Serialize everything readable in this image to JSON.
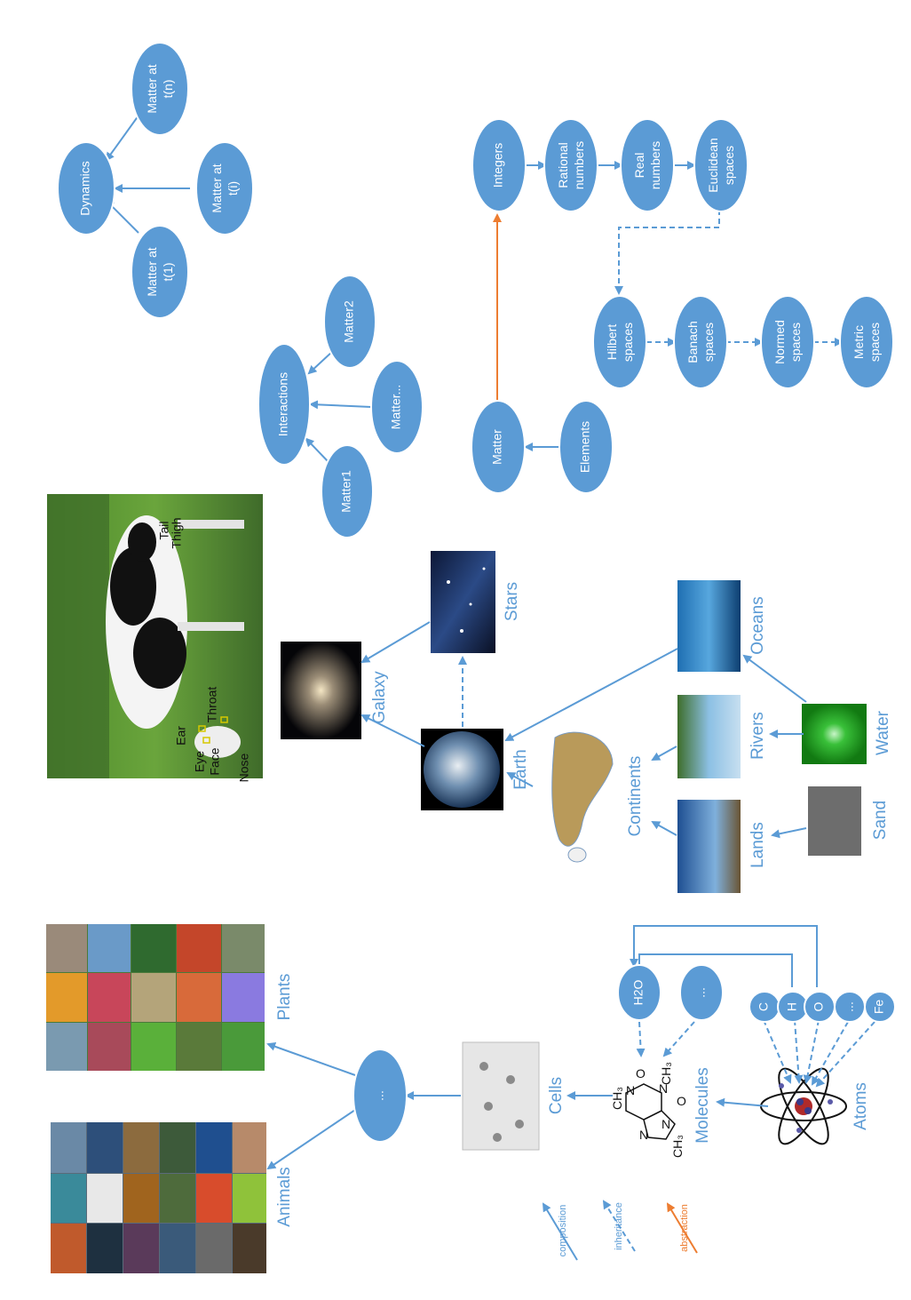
{
  "nodes": {
    "dynamics": "Dynamics",
    "matter_t1": [
      "Matter at",
      "t(1)"
    ],
    "matter_ti": [
      "Matter at",
      "t(i)"
    ],
    "matter_tn": [
      "Matter at",
      "t(n)"
    ],
    "interactions": "Interactions",
    "matter1": "Matter1",
    "matter_dots": "Matter...",
    "matter2": "Matter2",
    "integers": "Integers",
    "rational": [
      "Rational",
      "numbers"
    ],
    "real": [
      "Real",
      "numbers"
    ],
    "euclidean": [
      "Euclidean",
      "spaces"
    ],
    "hilbert": [
      "Hilbert",
      "spaces"
    ],
    "banach": [
      "Banach",
      "spaces"
    ],
    "normed": [
      "Normed",
      "spaces"
    ],
    "metric": [
      "Metric",
      "spaces"
    ],
    "matter": "Matter",
    "elements": "Elements",
    "life_dots": "...",
    "h2o": "H2O",
    "mol_dots": "...",
    "c": "C",
    "h": "H",
    "o": "O",
    "atom_dots": "...",
    "fe": "Fe"
  },
  "labels": {
    "galaxy": "Galaxy",
    "stars": "Stars",
    "earth": "Earth",
    "continents": "Continents",
    "lands": "Lands",
    "rivers": "Rivers",
    "oceans": "Oceans",
    "sand": "Sand",
    "water": "Water",
    "animals": "Animals",
    "plants": "Plants",
    "cells": "Cells",
    "molecules": "Molecules",
    "atoms": "Atoms"
  },
  "cow_parts": {
    "tail": "Tail",
    "thigh": "Thigh",
    "throat": "Throat",
    "ear": "Ear",
    "eye": "Eye",
    "face": "Face",
    "nose": "Nose"
  },
  "legend": {
    "composition": "composition",
    "inheritance": "inheritance",
    "abstraction": "abstraction"
  },
  "molecule_atoms": {
    "ch3_top": "CH₃",
    "ch3_mid": "CH₃",
    "ch3_bottom": "CH₃",
    "o1": "O",
    "o2": "O",
    "n1": "N",
    "n2": "N",
    "n3": "N",
    "n4": "N"
  },
  "colors": {
    "node": "#5b9bd5",
    "label": "#5b9bd5",
    "abstraction": "#ed7d31",
    "background": "#ffffff"
  }
}
